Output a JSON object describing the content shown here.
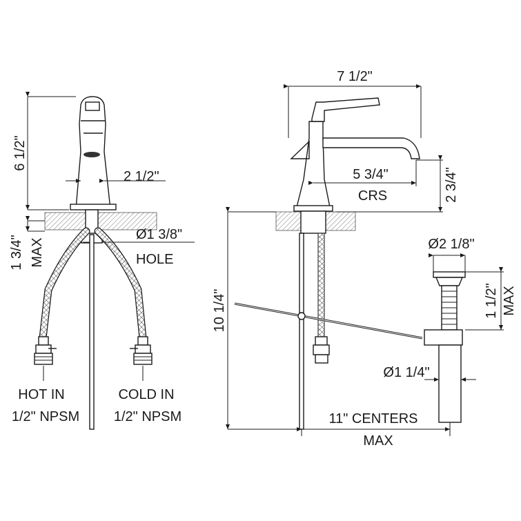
{
  "dimensions": {
    "height_overall": "6 1/2\"",
    "spout_width": "2 1/2\"",
    "hole_diameter": "Ø1 3/8\"",
    "hole_label": "HOLE",
    "deck_thickness": "1 3/4\"",
    "deck_thickness_max": "MAX",
    "spout_reach": "7 1/2\"",
    "spout_center": "5 3/4\"",
    "spout_center_label": "CRS",
    "spout_height": "2 3/4\"",
    "supply_length": "10 1/4\"",
    "drain_top_diameter": "Ø2 1/8\"",
    "drain_flange": "1 1/2\"",
    "drain_flange_max": "MAX",
    "tailpiece_diameter": "Ø1 1/4\"",
    "centers": "11\" CENTERS",
    "centers_max": "MAX"
  },
  "supply_labels": {
    "hot_line1": "HOT IN",
    "hot_line2": "1/2\" NPSM",
    "cold_line1": "COLD IN",
    "cold_line2": "1/2\" NPSM"
  }
}
